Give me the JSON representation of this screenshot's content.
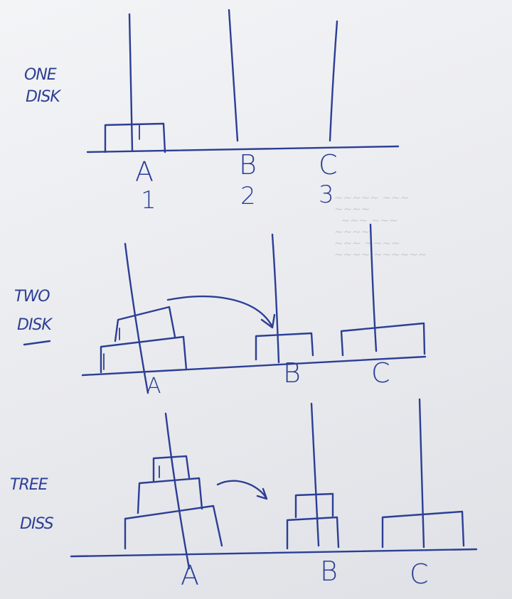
{
  "sections": [
    {
      "title_line1": "ONE",
      "title_line2": "DISK",
      "pegs": [
        "A",
        "B",
        "C"
      ],
      "numbers": [
        "1",
        "2",
        "3"
      ]
    },
    {
      "title_line1": "TWO",
      "title_line2": "DISK",
      "pegs": [
        "A",
        "B",
        "C"
      ]
    },
    {
      "title_line1": "TREE",
      "title_line2": "DISS",
      "pegs": [
        "A",
        "B",
        "C"
      ]
    }
  ]
}
